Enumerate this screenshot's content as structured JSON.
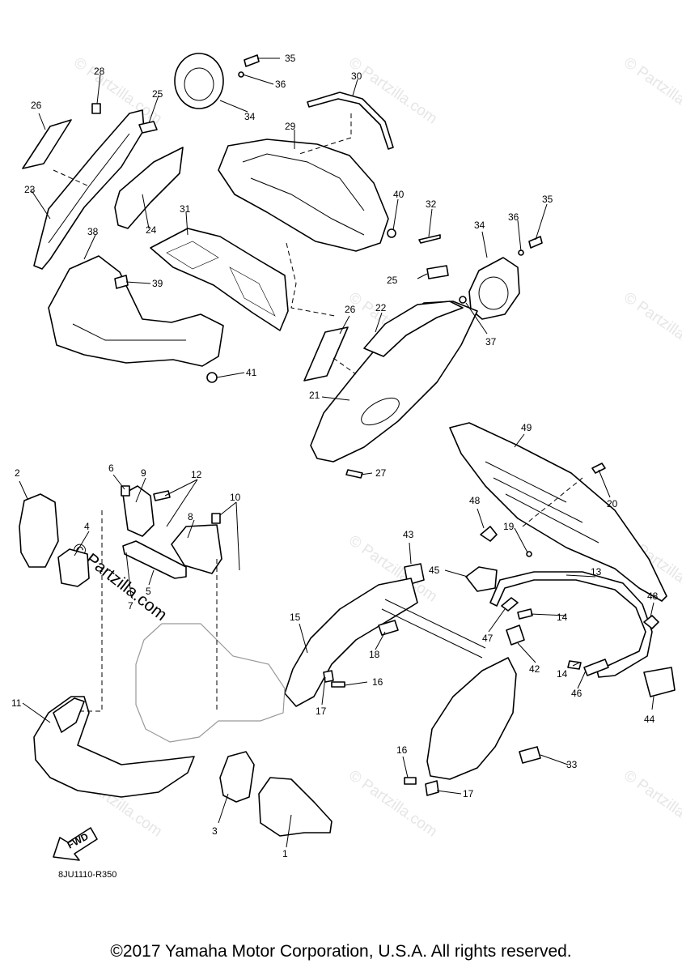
{
  "diagram": {
    "code": "8JU1110-R350",
    "copyright": "©2017 Yamaha Motor Corporation, U.S.A. All rights reserved.",
    "watermark": "© Partzilla.com",
    "fwd_label": "FWD",
    "callouts": [
      "1",
      "2",
      "3",
      "4",
      "5",
      "6",
      "7",
      "8",
      "9",
      "10",
      "11",
      "12",
      "13",
      "14",
      "15",
      "16",
      "17",
      "18",
      "19",
      "20",
      "21",
      "22",
      "23",
      "24",
      "25",
      "26",
      "27",
      "28",
      "29",
      "30",
      "31",
      "32",
      "33",
      "34",
      "35",
      "36",
      "37",
      "38",
      "39",
      "40",
      "41",
      "42",
      "43",
      "44",
      "45",
      "46",
      "47",
      "48",
      "49"
    ]
  },
  "colors": {
    "line": "#000000",
    "background": "#ffffff",
    "watermark": "#e6e6e6",
    "frame": "#999999"
  }
}
